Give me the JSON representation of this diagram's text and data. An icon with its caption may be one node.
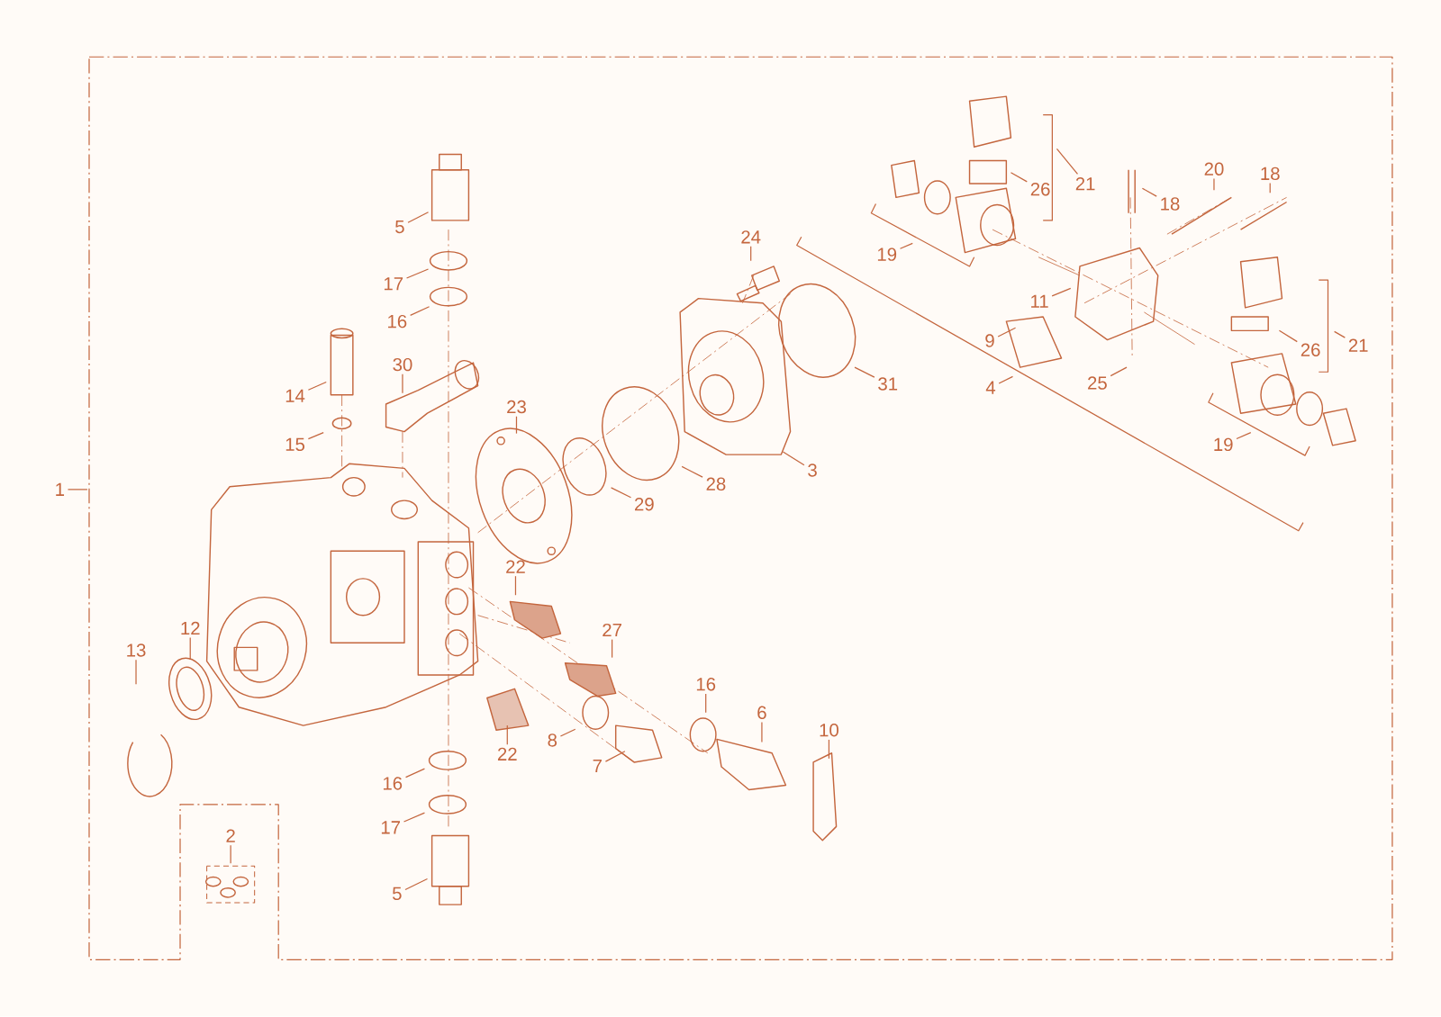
{
  "diagram": {
    "nodes": [
      {
        "text": [
          "1"
        ]
      },
      {
        "text": [
          "5"
        ]
      },
      {
        "text": [
          "17"
        ]
      },
      {
        "text": [
          "16"
        ]
      },
      {
        "text": [
          "30"
        ]
      },
      {
        "text": [
          "14"
        ]
      },
      {
        "text": [
          "15"
        ]
      },
      {
        "text": [
          "23"
        ]
      },
      {
        "text": [
          "24"
        ]
      },
      {
        "text": [
          "31"
        ]
      },
      {
        "text": [
          "28"
        ]
      },
      {
        "text": [
          "29"
        ]
      },
      {
        "text": [
          "3"
        ]
      },
      {
        "text": [
          "22"
        ]
      },
      {
        "text": [
          "27"
        ]
      },
      {
        "text": [
          "13"
        ]
      },
      {
        "text": [
          "12"
        ]
      },
      {
        "text": [
          "22"
        ]
      },
      {
        "text": [
          "8"
        ]
      },
      {
        "text": [
          "7"
        ]
      },
      {
        "text": [
          "16"
        ]
      },
      {
        "text": [
          "6"
        ]
      },
      {
        "text": [
          "10"
        ]
      },
      {
        "text": [
          "16"
        ]
      },
      {
        "text": [
          "17"
        ]
      },
      {
        "text": [
          "2"
        ]
      },
      {
        "text": [
          "5"
        ]
      },
      {
        "text": [
          "26"
        ]
      },
      {
        "text": [
          "21"
        ]
      },
      {
        "text": [
          "19"
        ]
      },
      {
        "text": [
          "18"
        ]
      },
      {
        "text": [
          "20"
        ]
      },
      {
        "text": [
          "18"
        ]
      },
      {
        "text": [
          "11"
        ]
      },
      {
        "text": [
          "9"
        ]
      },
      {
        "text": [
          "4"
        ]
      },
      {
        "text": [
          "25"
        ]
      },
      {
        "text": [
          "26"
        ]
      },
      {
        "text": [
          "21"
        ]
      },
      {
        "text": [
          "19"
        ]
      }
    ],
    "edges": [
      {
        "from": 0,
        "to": null,
        "arrow": "none"
      },
      {
        "from": 1,
        "to": null,
        "arrow": "none"
      },
      {
        "from": 2,
        "to": null,
        "arrow": "none"
      },
      {
        "from": 3,
        "to": null,
        "arrow": "none"
      },
      {
        "from": 4,
        "to": null,
        "arrow": "none"
      },
      {
        "from": 5,
        "to": null,
        "arrow": "none"
      },
      {
        "from": 6,
        "to": null,
        "arrow": "none"
      },
      {
        "from": 7,
        "to": null,
        "arrow": "none"
      },
      {
        "from": 8,
        "to": null,
        "arrow": "none"
      },
      {
        "from": 9,
        "to": null,
        "arrow": "none"
      },
      {
        "from": 10,
        "to": null,
        "arrow": "none"
      },
      {
        "from": 11,
        "to": null,
        "arrow": "none"
      },
      {
        "from": 12,
        "to": null,
        "arrow": "none"
      },
      {
        "from": 13,
        "to": null,
        "arrow": "none"
      },
      {
        "from": 14,
        "to": null,
        "arrow": "none"
      },
      {
        "from": 15,
        "to": null,
        "arrow": "none"
      },
      {
        "from": 16,
        "to": null,
        "arrow": "none"
      },
      {
        "from": 17,
        "to": null,
        "arrow": "none"
      },
      {
        "from": 18,
        "to": null,
        "arrow": "none"
      },
      {
        "from": 19,
        "to": null,
        "arrow": "none"
      },
      {
        "from": 20,
        "to": null,
        "arrow": "none"
      },
      {
        "from": 21,
        "to": null,
        "arrow": "none"
      },
      {
        "from": 22,
        "to": null,
        "arrow": "none"
      },
      {
        "from": 23,
        "to": null,
        "arrow": "none"
      },
      {
        "from": 24,
        "to": null,
        "arrow": "none"
      },
      {
        "from": 25,
        "to": null,
        "arrow": "none"
      },
      {
        "from": 26,
        "to": null,
        "arrow": "none"
      },
      {
        "from": 27,
        "to": null,
        "arrow": "none"
      },
      {
        "from": 28,
        "to": null,
        "arrow": "none"
      },
      {
        "from": 29,
        "to": null,
        "arrow": "none"
      },
      {
        "from": 30,
        "to": null,
        "arrow": "none"
      },
      {
        "from": 31,
        "to": null,
        "arrow": "none"
      },
      {
        "from": 32,
        "to": null,
        "arrow": "none"
      },
      {
        "from": 33,
        "to": null,
        "arrow": "none"
      },
      {
        "from": 34,
        "to": null,
        "arrow": "none"
      },
      {
        "from": 35,
        "to": null,
        "arrow": "none"
      },
      {
        "from": 36,
        "to": null,
        "arrow": "none"
      },
      {
        "from": 37,
        "to": null,
        "arrow": "none"
      },
      {
        "from": 38,
        "to": null,
        "arrow": "none"
      },
      {
        "from": 39,
        "to": null,
        "arrow": "none"
      }
    ]
  }
}
